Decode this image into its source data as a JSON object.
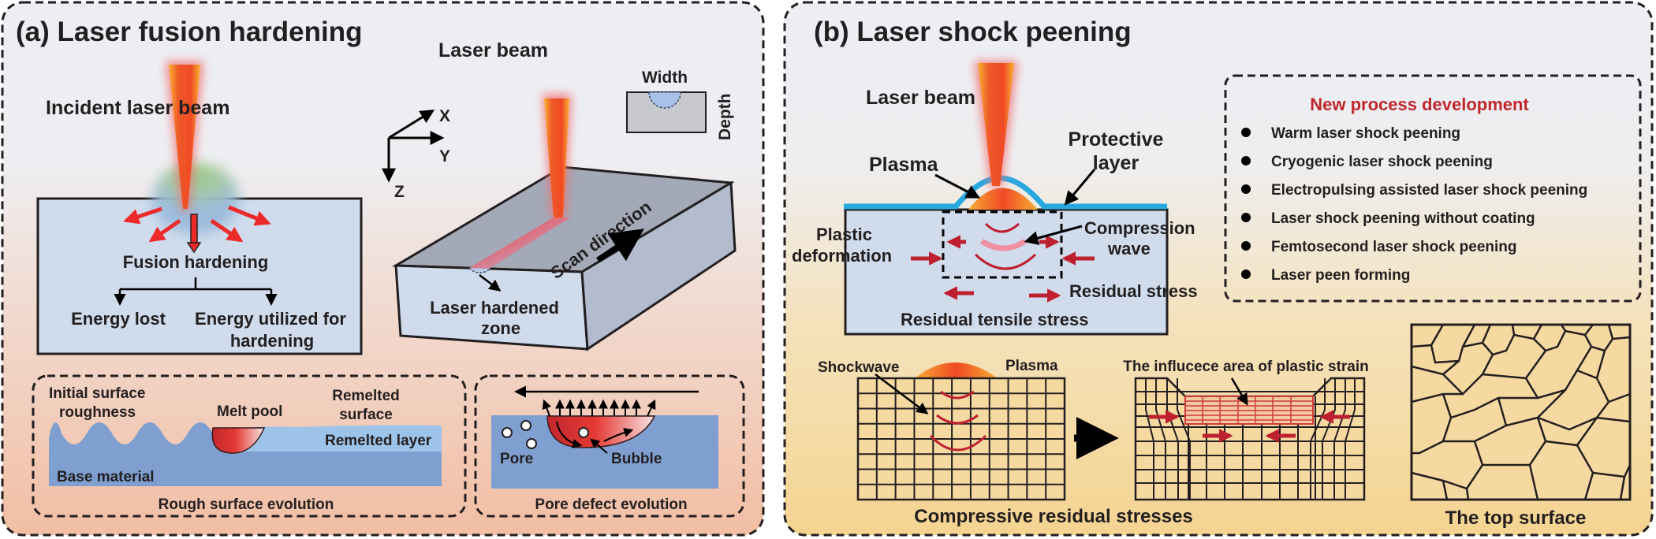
{
  "panel_a": {
    "title": "(a) Laser fusion hardening",
    "incident_label": "Incident laser beam",
    "fusion_label": "Fusion hardening",
    "energy_lost": "Energy lost",
    "energy_utilized_line1": "Energy utilized for",
    "energy_utilized_line2": "hardening",
    "laser_beam_label": "Laser beam",
    "axis_x": "X",
    "axis_y": "Y",
    "axis_z": "Z",
    "width_label": "Width",
    "depth_label": "Depth",
    "scan_direction": "Scan direction",
    "hardened_zone_line1": "Laser hardened",
    "hardened_zone_line2": "zone",
    "rough": {
      "initial_line1": "Initial surface",
      "initial_line2": "roughness",
      "melt_pool": "Melt pool",
      "remelted_surface_line1": "Remelted",
      "remelted_surface_line2": "surface",
      "remelted_layer": "Remelted layer",
      "base_material": "Base material",
      "caption": "Rough surface evolution"
    },
    "pore": {
      "pore_label": "Pore",
      "bubble_label": "Bubble",
      "caption": "Pore defect evolution"
    }
  },
  "panel_b": {
    "title": "(b) Laser shock peening",
    "laser_beam_label": "Laser beam",
    "plasma_label": "Plasma",
    "protective_line1": "Protective",
    "protective_line2": "layer",
    "plastic_line1": "Plastic",
    "plastic_line2": "deformation",
    "compression_line1": "Compression",
    "compression_line2": "wave",
    "residual_stress": "Residual stress",
    "residual_tensile": "Residual tensile stress",
    "new_process": {
      "title": "New process development",
      "items": [
        "Warm laser shock peening",
        "Cryogenic laser shock peening",
        "Electropulsing assisted laser shock peening",
        "Laser shock peening without coating",
        "Femtosecond laser shock peening",
        "Laser peen forming"
      ]
    },
    "shockwave_label": "Shockwave",
    "grid_plasma_label": "Plasma",
    "influence_label": "The influcece area of plastic strain",
    "compressive_caption": "Compressive residual stresses",
    "top_surface_caption": "The top surface"
  },
  "colors": {
    "accent_red": "#c0272d",
    "laser_orange": "#ef4a24",
    "material_blue": "#7e9fd0",
    "block_light": "#d0dcec",
    "protective_blue": "#29a8e0"
  }
}
